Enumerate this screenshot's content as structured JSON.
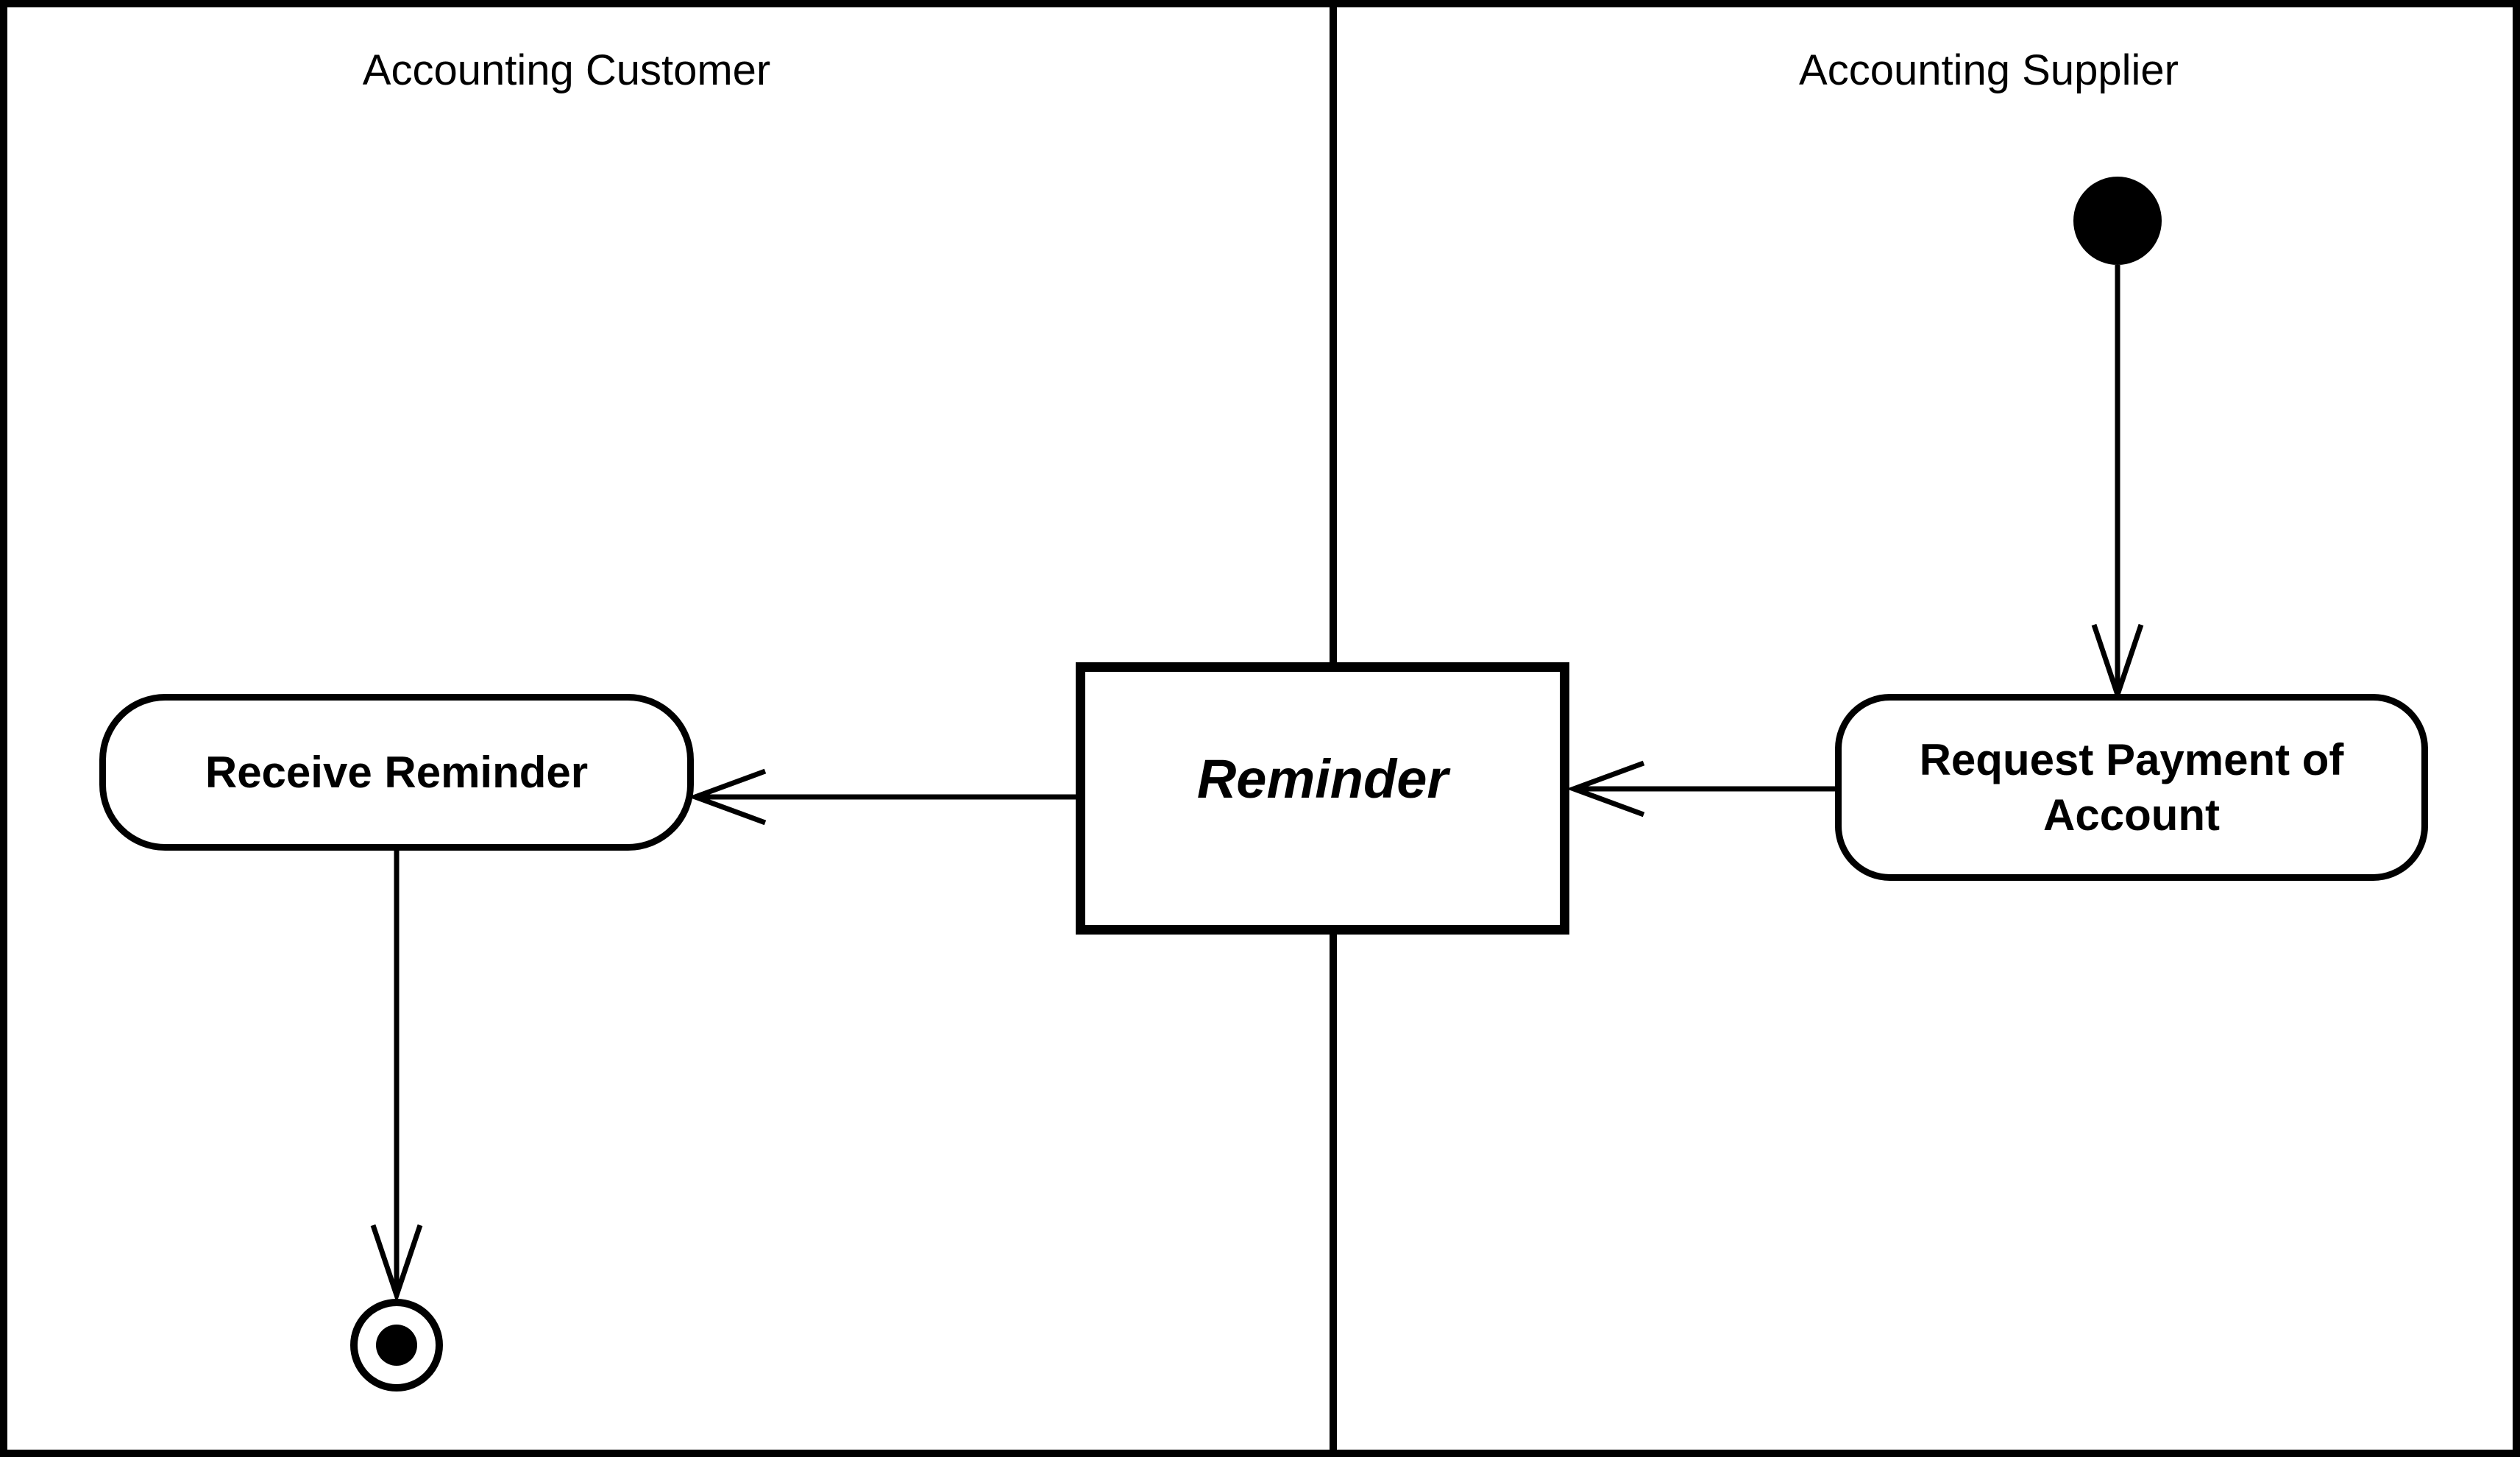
{
  "diagram": {
    "type": "uml-activity-swimlane",
    "colors": {
      "stroke": "#000000",
      "fill": "#ffffff"
    },
    "lanes": [
      {
        "label": "Accounting Customer"
      },
      {
        "label": "Accounting Supplier"
      }
    ],
    "nodes": {
      "initial": {
        "type": "initial-node",
        "lane": "Accounting Supplier"
      },
      "request_payment": {
        "type": "action",
        "label": "Request Payment of Account",
        "lane": "Accounting Supplier"
      },
      "reminder_object": {
        "type": "object-node",
        "label": "Reminder",
        "lane": "both"
      },
      "receive_reminder": {
        "type": "action",
        "label": "Receive Reminder",
        "lane": "Accounting Customer"
      },
      "final": {
        "type": "activity-final-node",
        "lane": "Accounting Customer"
      }
    },
    "edges": [
      {
        "from": "initial",
        "to": "request_payment"
      },
      {
        "from": "request_payment",
        "to": "reminder_object"
      },
      {
        "from": "reminder_object",
        "to": "receive_reminder"
      },
      {
        "from": "receive_reminder",
        "to": "final"
      }
    ]
  }
}
